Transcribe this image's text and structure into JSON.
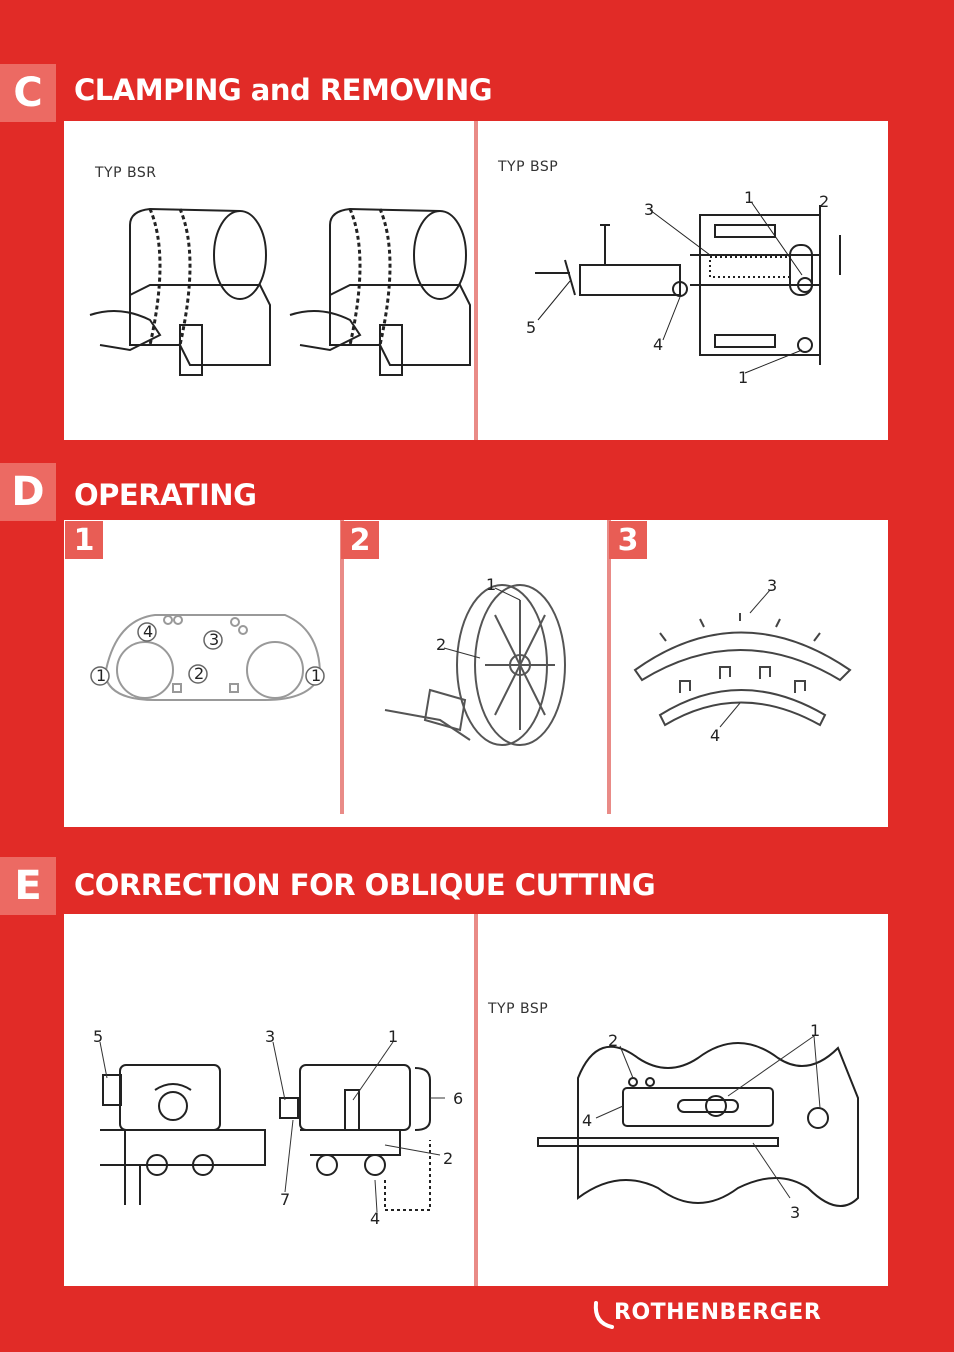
{
  "sections": {
    "c": {
      "letter": "C",
      "title": "CLAMPING and REMOVING",
      "left_caption": "TYP BSR",
      "right_caption": "TYP BSP",
      "right_labels": [
        "1",
        "2",
        "3",
        "4",
        "5",
        "1"
      ]
    },
    "d": {
      "letter": "D",
      "title": "OPERATING",
      "steps": [
        {
          "number": "1",
          "labels": [
            "4",
            "3",
            "2",
            "1",
            "1"
          ]
        },
        {
          "number": "2",
          "labels": [
            "1",
            "2"
          ]
        },
        {
          "number": "3",
          "labels": [
            "3",
            "4"
          ]
        }
      ]
    },
    "e": {
      "letter": "E",
      "title": "CORRECTION FOR OBLIQUE CUTTING",
      "left_labels": [
        "5",
        "3",
        "1",
        "6",
        "2",
        "7",
        "4"
      ],
      "right_caption": "TYP BSP",
      "right_labels": [
        "2",
        "1",
        "4",
        "3"
      ]
    }
  },
  "footer": {
    "brand": "ROTHENBERGER"
  },
  "colors": {
    "background": "#e12b27",
    "letter_box": "#ec6a63",
    "badge": "#e85d55",
    "panel": "#ffffff"
  }
}
